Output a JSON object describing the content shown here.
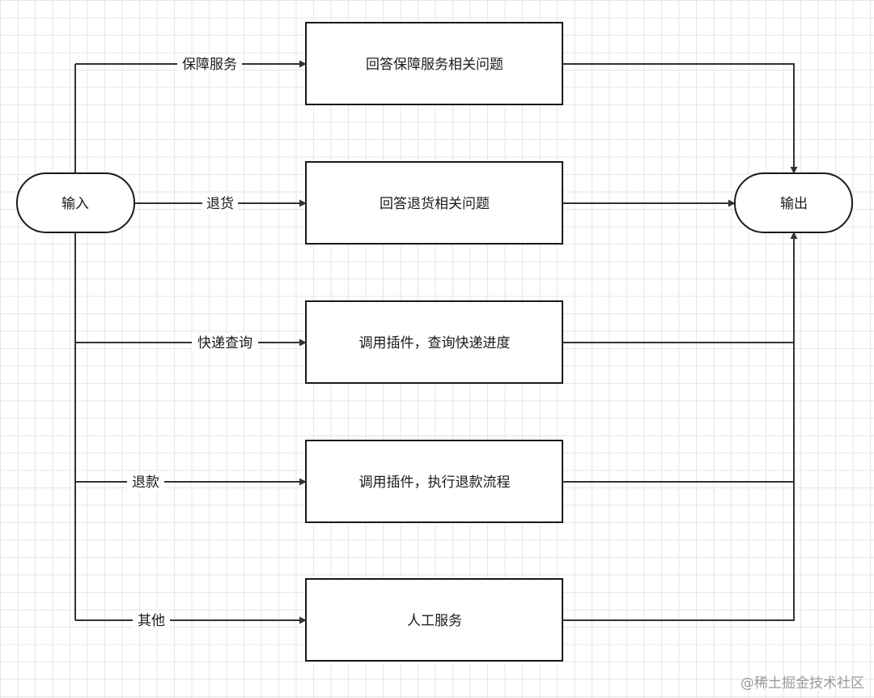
{
  "nodes": {
    "input": "输入",
    "output": "输出",
    "warranty": "回答保障服务相关问题",
    "return": "回答退货相关问题",
    "express": "调用插件，查询快递进度",
    "refund": "调用插件，执行退款流程",
    "human": "人工服务"
  },
  "edges": {
    "warranty": "保障服务",
    "return": "退货",
    "express": "快递查询",
    "refund": "退款",
    "other": "其他"
  },
  "watermark": "@稀土掘金技术社区",
  "colors": {
    "line": "#333333",
    "box_border": "#1a1a1a",
    "grid": "#e6e6e6",
    "watermark": "#9a9a9a"
  }
}
